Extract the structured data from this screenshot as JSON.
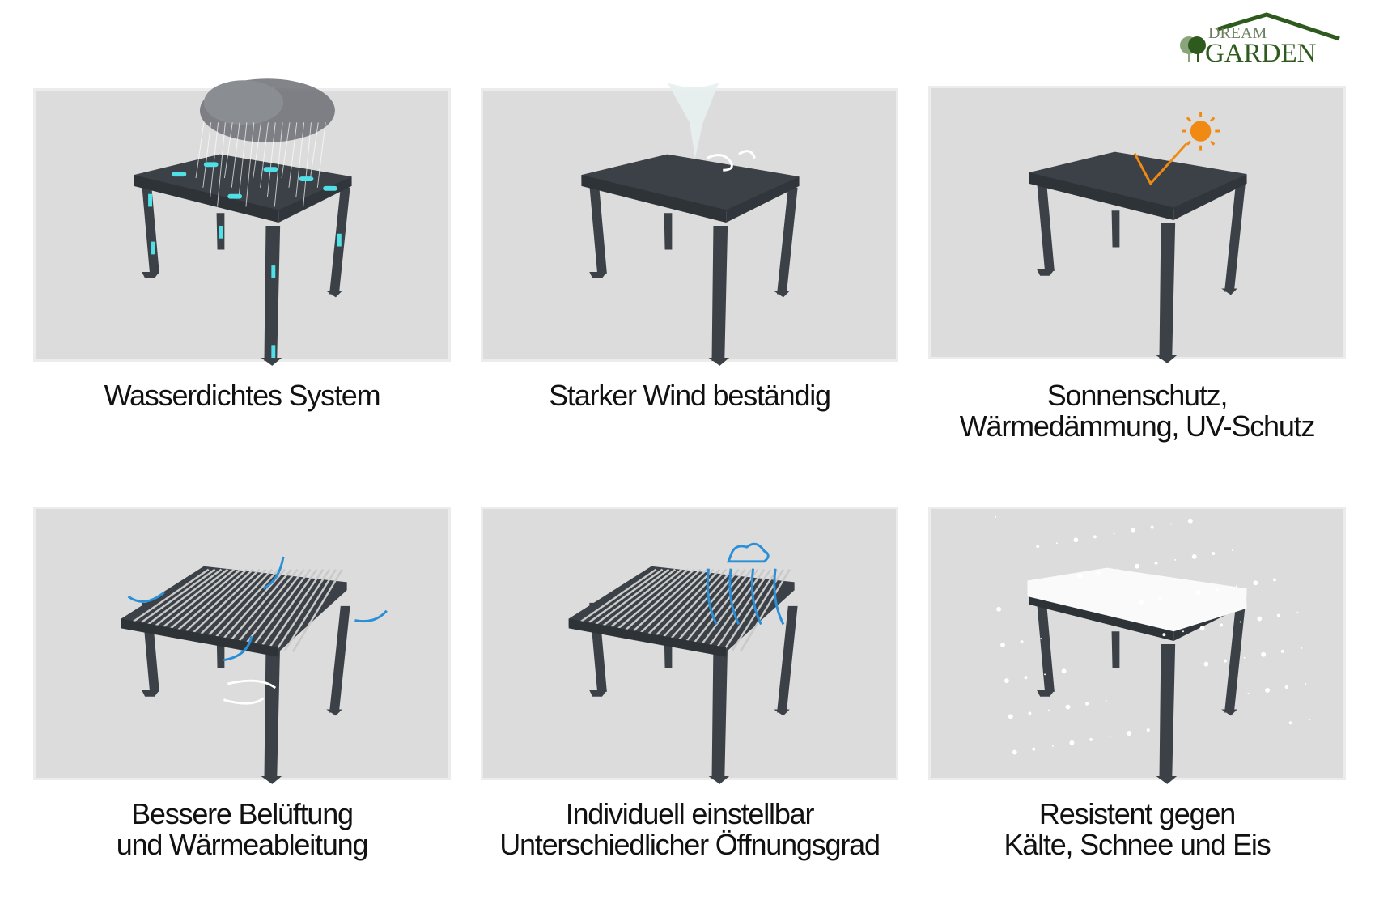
{
  "logo": {
    "line1": "DREAM",
    "line2": "GARDEN",
    "color": "#2f5a1e"
  },
  "features": [
    {
      "id": "waterproof",
      "lines": [
        "Wasserdichtes System"
      ],
      "effect": "rain-cloud",
      "roof": "closed"
    },
    {
      "id": "wind",
      "lines": [
        "Starker Wind beständig"
      ],
      "effect": "tornado",
      "roof": "closed"
    },
    {
      "id": "sun",
      "lines": [
        "Sonnenschutz,",
        "Wärmedämmung, UV-Schutz"
      ],
      "effect": "sun",
      "roof": "closed"
    },
    {
      "id": "ventilation",
      "lines": [
        "Bessere Belüftung",
        "und Wärmeableitung"
      ],
      "effect": "airflow",
      "roof": "open"
    },
    {
      "id": "adjustable",
      "lines": [
        "Individuell einstellbar",
        "Unterschiedlicher Öffnungsgrad"
      ],
      "effect": "cloud-wind",
      "roof": "open"
    },
    {
      "id": "snow",
      "lines": [
        "Resistent gegen",
        "Kälte, Schnee und Eis"
      ],
      "effect": "snow",
      "roof": "snow"
    }
  ],
  "colors": {
    "frame": "#3b4146",
    "panel": "#dcdcdc",
    "water": "#4fe0e8",
    "sun": "#f08a12",
    "air": "#2a8fd6"
  }
}
